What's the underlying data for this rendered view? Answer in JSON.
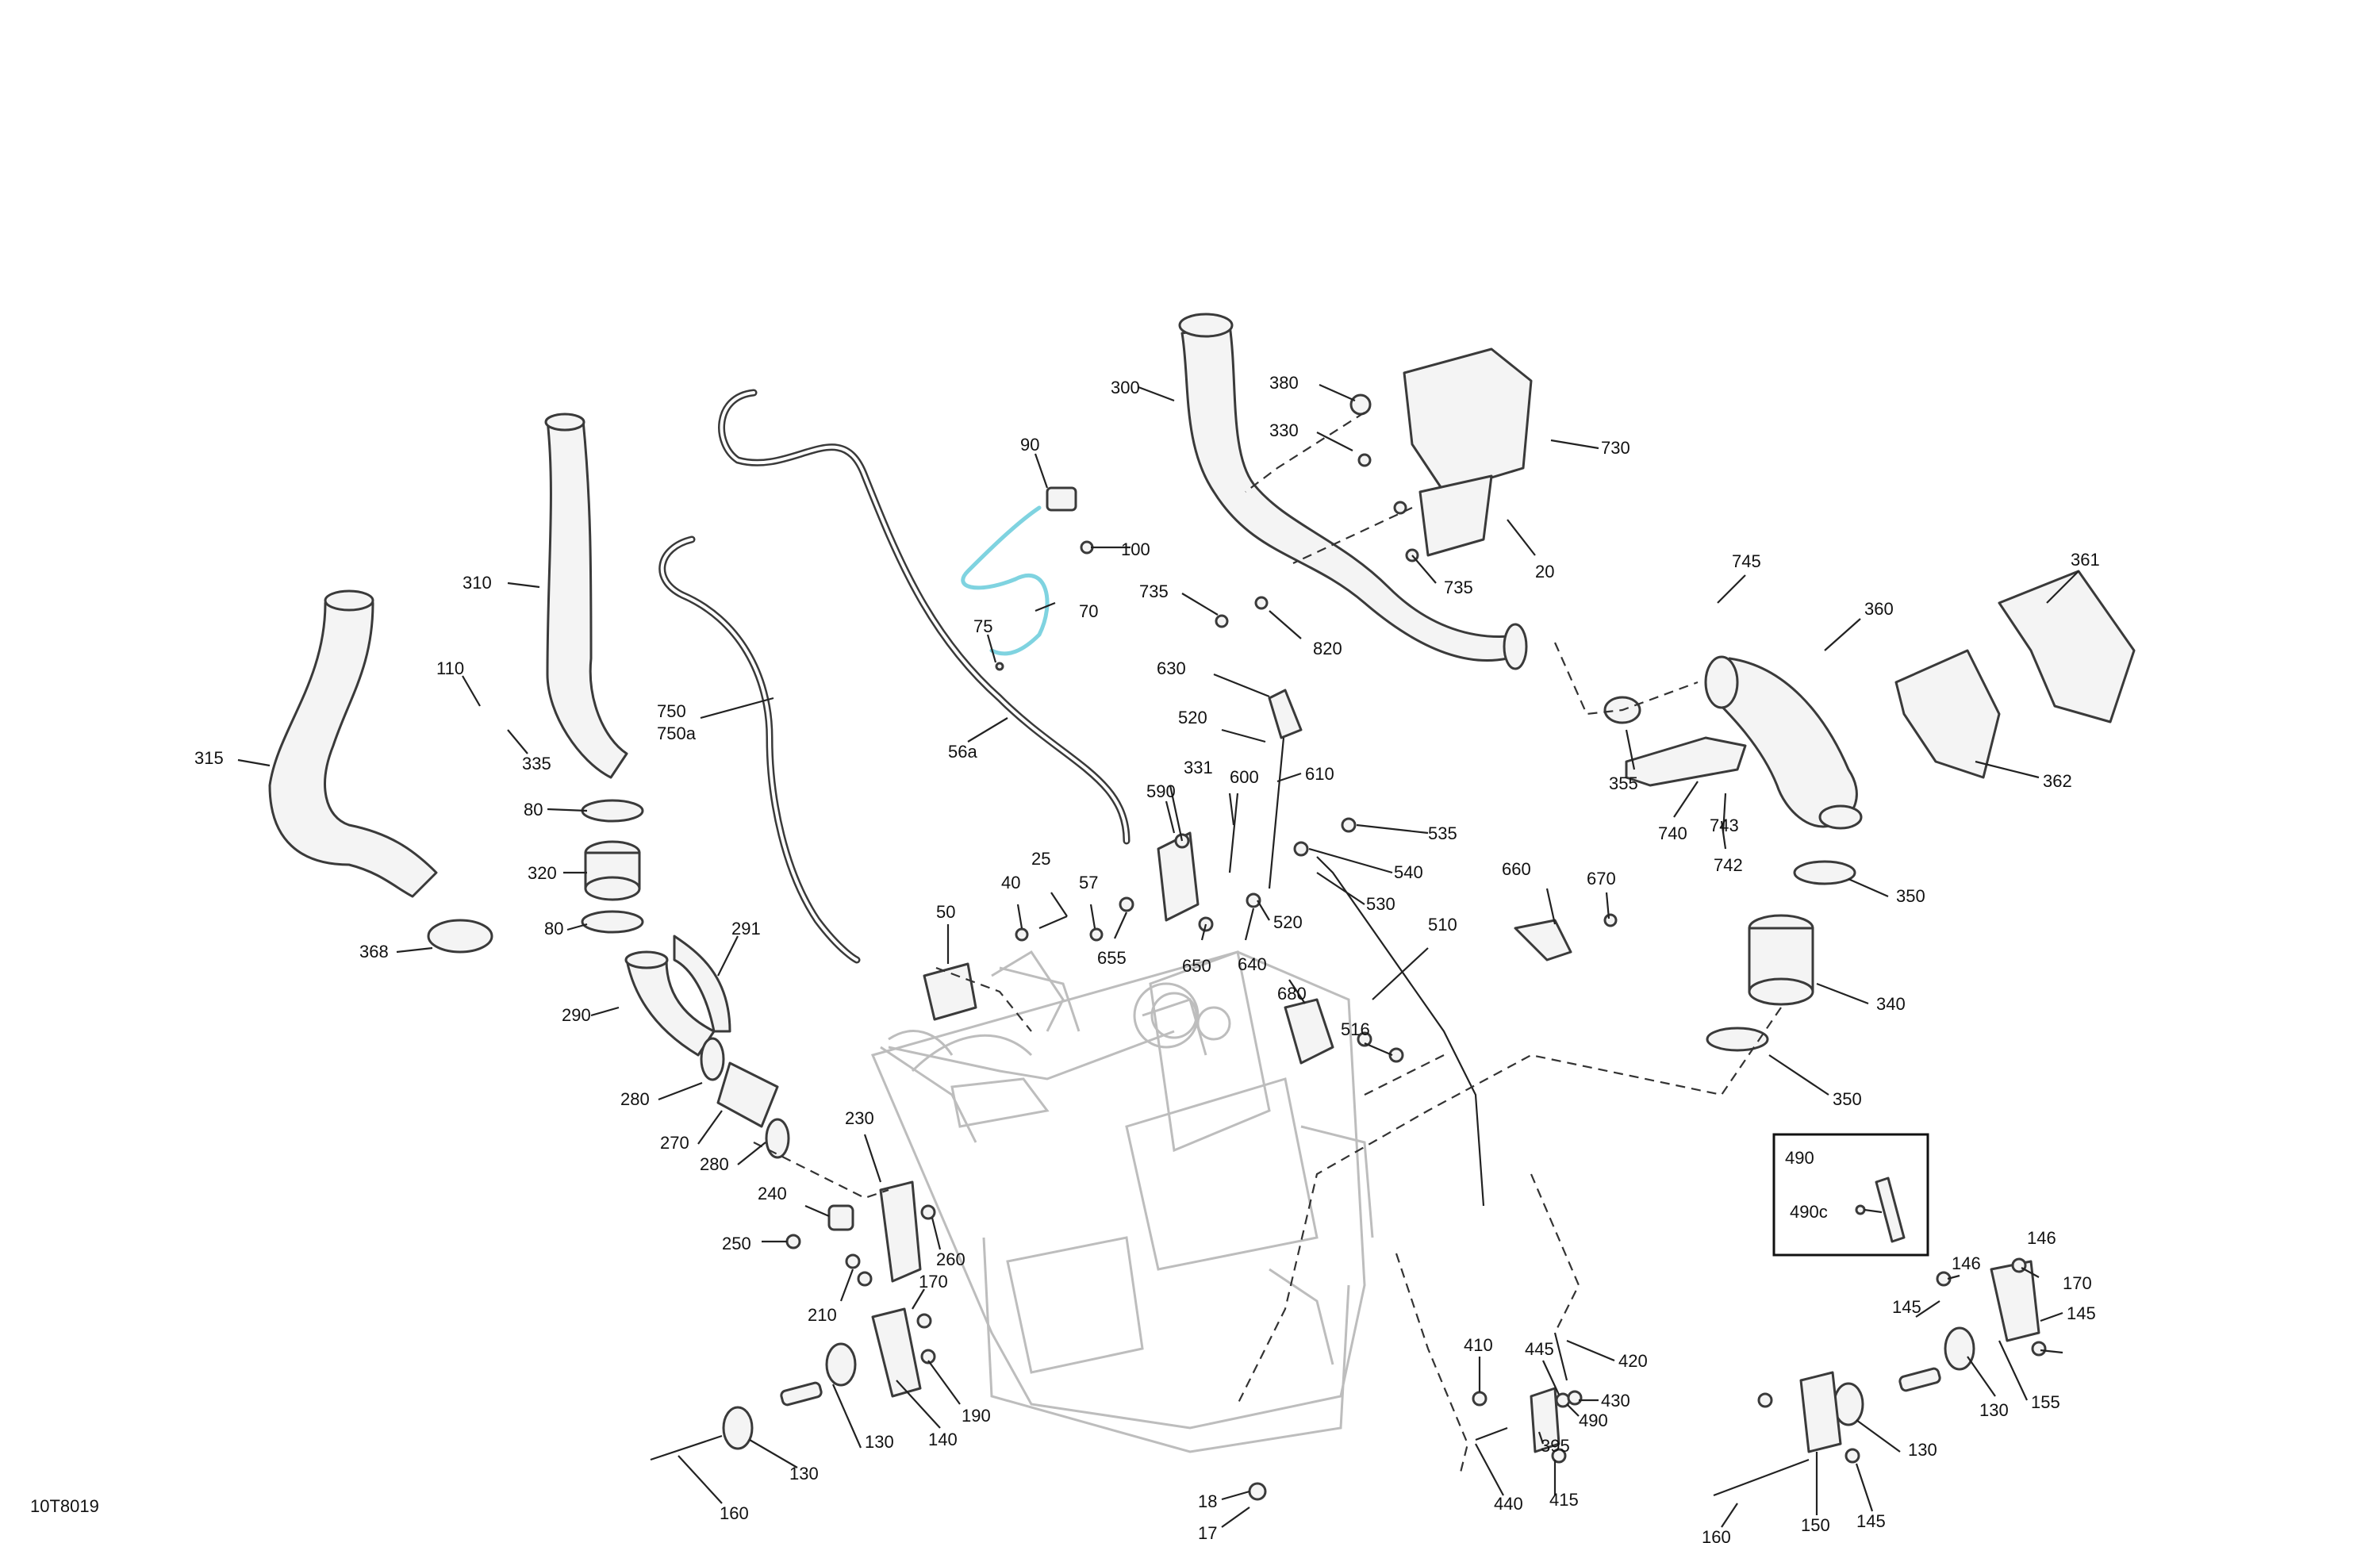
{
  "diagram": {
    "code": "10T8019",
    "inset_title": "490",
    "labels": [
      {
        "id": "l300",
        "text": "300"
      },
      {
        "id": "l380",
        "text": "380"
      },
      {
        "id": "l330",
        "text": "330"
      },
      {
        "id": "l730",
        "text": "730"
      },
      {
        "id": "l20",
        "text": "20"
      },
      {
        "id": "l735a",
        "text": "735"
      },
      {
        "id": "l735b",
        "text": "735"
      },
      {
        "id": "l820",
        "text": "820"
      },
      {
        "id": "l90",
        "text": "90"
      },
      {
        "id": "l100",
        "text": "100"
      },
      {
        "id": "l70",
        "text": "70"
      },
      {
        "id": "l75",
        "text": "75"
      },
      {
        "id": "l310",
        "text": "310"
      },
      {
        "id": "l315",
        "text": "315"
      },
      {
        "id": "l110",
        "text": "110"
      },
      {
        "id": "l335",
        "text": "335"
      },
      {
        "id": "l750",
        "text": "750"
      },
      {
        "id": "l750a",
        "text": "750a"
      },
      {
        "id": "l56a",
        "text": "56a"
      },
      {
        "id": "l80a",
        "text": "80"
      },
      {
        "id": "l320",
        "text": "320"
      },
      {
        "id": "l80b",
        "text": "80"
      },
      {
        "id": "l368",
        "text": "368"
      },
      {
        "id": "l291",
        "text": "291"
      },
      {
        "id": "l290",
        "text": "290"
      },
      {
        "id": "l280a",
        "text": "280"
      },
      {
        "id": "l270",
        "text": "270"
      },
      {
        "id": "l280b",
        "text": "280"
      },
      {
        "id": "l630",
        "text": "630"
      },
      {
        "id": "l520a",
        "text": "520"
      },
      {
        "id": "l610",
        "text": "610"
      },
      {
        "id": "l331",
        "text": "331"
      },
      {
        "id": "l600",
        "text": "600"
      },
      {
        "id": "l590",
        "text": "590"
      },
      {
        "id": "l535",
        "text": "535"
      },
      {
        "id": "l540",
        "text": "540"
      },
      {
        "id": "l530",
        "text": "530"
      },
      {
        "id": "l520b",
        "text": "520"
      },
      {
        "id": "l510",
        "text": "510"
      },
      {
        "id": "l25",
        "text": "25"
      },
      {
        "id": "l40",
        "text": "40"
      },
      {
        "id": "l57",
        "text": "57"
      },
      {
        "id": "l50",
        "text": "50"
      },
      {
        "id": "l655",
        "text": "655"
      },
      {
        "id": "l650",
        "text": "650"
      },
      {
        "id": "l640",
        "text": "640"
      },
      {
        "id": "l680",
        "text": "680"
      },
      {
        "id": "l516",
        "text": "516"
      },
      {
        "id": "l660",
        "text": "660"
      },
      {
        "id": "l670",
        "text": "670"
      },
      {
        "id": "l745",
        "text": "745"
      },
      {
        "id": "l360",
        "text": "360"
      },
      {
        "id": "l361",
        "text": "361"
      },
      {
        "id": "l355",
        "text": "355"
      },
      {
        "id": "l740",
        "text": "740"
      },
      {
        "id": "l743",
        "text": "743"
      },
      {
        "id": "l742",
        "text": "742"
      },
      {
        "id": "l362",
        "text": "362"
      },
      {
        "id": "l350a",
        "text": "350"
      },
      {
        "id": "l340",
        "text": "340"
      },
      {
        "id": "l350b",
        "text": "350"
      },
      {
        "id": "l490c",
        "text": "490c"
      },
      {
        "id": "l230",
        "text": "230"
      },
      {
        "id": "l240",
        "text": "240"
      },
      {
        "id": "l260",
        "text": "260"
      },
      {
        "id": "l250",
        "text": "250"
      },
      {
        "id": "l210",
        "text": "210"
      },
      {
        "id": "l170a",
        "text": "170"
      },
      {
        "id": "l190",
        "text": "190"
      },
      {
        "id": "l140",
        "text": "140"
      },
      {
        "id": "l130a",
        "text": "130"
      },
      {
        "id": "l130b",
        "text": "130"
      },
      {
        "id": "l160a",
        "text": "160"
      },
      {
        "id": "l18",
        "text": "18"
      },
      {
        "id": "l17",
        "text": "17"
      },
      {
        "id": "l410",
        "text": "410"
      },
      {
        "id": "l445",
        "text": "445"
      },
      {
        "id": "l420",
        "text": "420"
      },
      {
        "id": "l430",
        "text": "430"
      },
      {
        "id": "l490",
        "text": "490"
      },
      {
        "id": "l395",
        "text": "395"
      },
      {
        "id": "l440",
        "text": "440"
      },
      {
        "id": "l415",
        "text": "415"
      },
      {
        "id": "l146a",
        "text": "146"
      },
      {
        "id": "l146b",
        "text": "146"
      },
      {
        "id": "l170b",
        "text": "170"
      },
      {
        "id": "l145a",
        "text": "145"
      },
      {
        "id": "l145b",
        "text": "145"
      },
      {
        "id": "l130c",
        "text": "130"
      },
      {
        "id": "l155",
        "text": "155"
      },
      {
        "id": "l130d",
        "text": "130"
      },
      {
        "id": "l160b",
        "text": "160"
      },
      {
        "id": "l150",
        "text": "150"
      },
      {
        "id": "l145c",
        "text": "145"
      }
    ]
  }
}
